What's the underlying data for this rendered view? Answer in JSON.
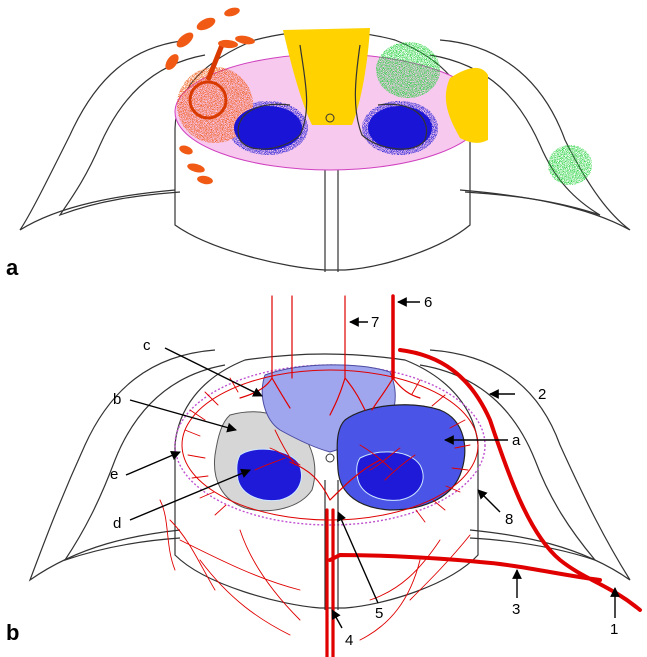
{
  "panels": {
    "a": {
      "label": "a"
    },
    "b": {
      "label": "b"
    }
  },
  "callouts": {
    "a": "a",
    "b": "b",
    "c": "c",
    "d": "d",
    "e": "e",
    "n1": "1",
    "n2": "2",
    "n3": "3",
    "n4": "4",
    "n5": "5",
    "n6": "6",
    "n7": "7",
    "n8": "8"
  },
  "colors": {
    "pink_zone": "#f7c9ee",
    "yellow_zone": "#ffd200",
    "blue_zone": "#1a14d6",
    "orange_lesion": "#f05a14",
    "green_lesion": "#22d13a",
    "light_blue_zone": "#9fa6ee",
    "medium_blue_zone": "#4a55e8",
    "dark_blue_zone": "#1f1ad8",
    "grey_zone": "#d6d6d6",
    "vessel_red": "#e00000"
  }
}
